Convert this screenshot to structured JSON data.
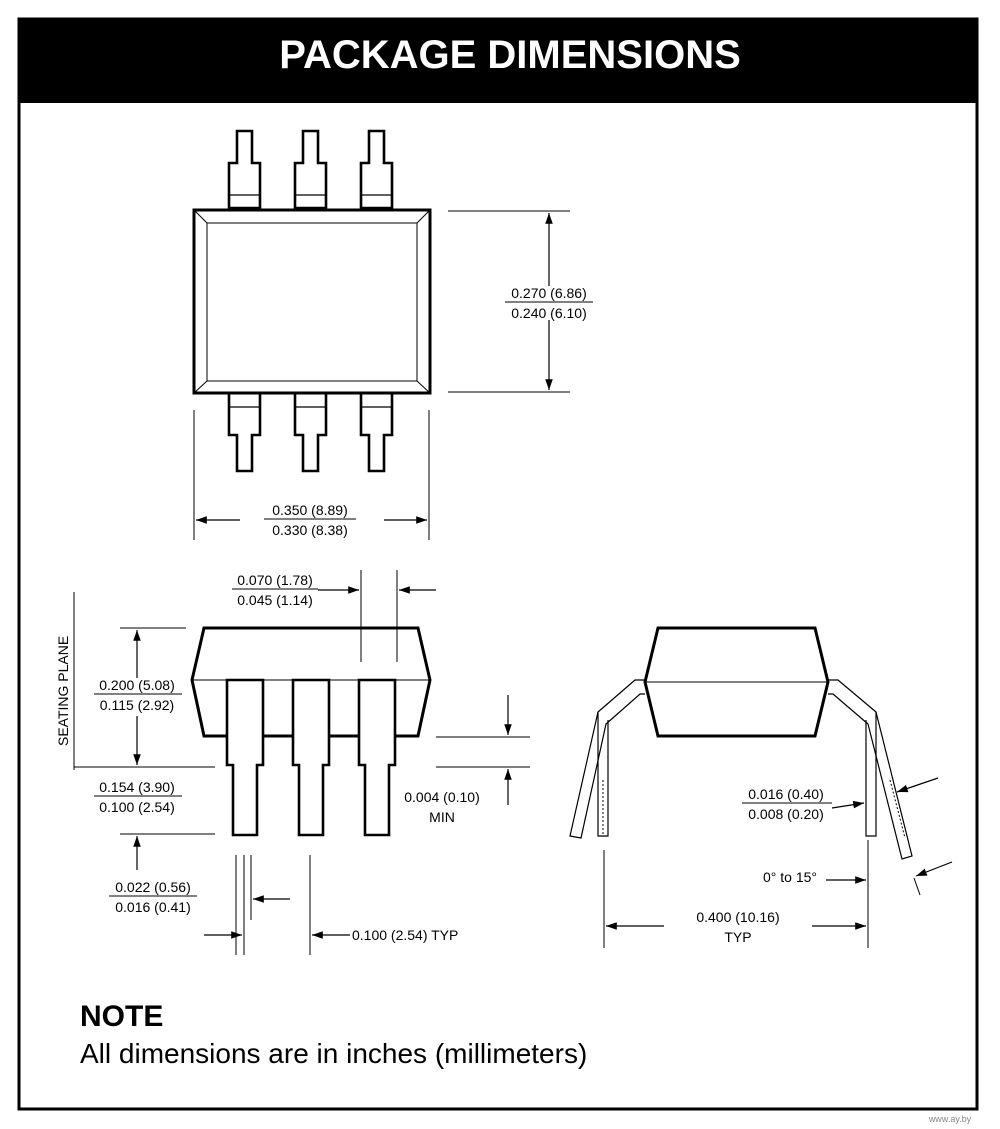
{
  "header": {
    "title": "PACKAGE DIMENSIONS"
  },
  "top_view": {
    "height_max": "0.270 (6.86)",
    "height_min": "0.240 (6.10)",
    "width_max": "0.350 (8.89)",
    "width_min": "0.330 (8.38)"
  },
  "side_view": {
    "seating_plane": "SEATING PLANE",
    "pin_width_max": "0.070 (1.78)",
    "pin_width_min": "0.045 (1.14)",
    "body_height_max": "0.200 (5.08)",
    "body_height_min": "0.115 (2.92)",
    "lead_length_max": "0.154 (3.90)",
    "lead_length_min": "0.100 (2.54)",
    "standoff": "0.004 (0.10)",
    "standoff_note": "MIN",
    "lead_width_max": "0.022 (0.56)",
    "lead_width_min": "0.016 (0.41)",
    "pitch": "0.100 (2.54) TYP"
  },
  "end_view": {
    "lead_thickness_max": "0.016 (0.40)",
    "lead_thickness_min": "0.008 (0.20)",
    "angle": "0° to 15°",
    "row_spacing": "0.400 (10.16)",
    "row_spacing_note": "TYP"
  },
  "note": {
    "title": "NOTE",
    "text": "All dimensions are in inches (millimeters)"
  },
  "watermark": "www.ay.by"
}
